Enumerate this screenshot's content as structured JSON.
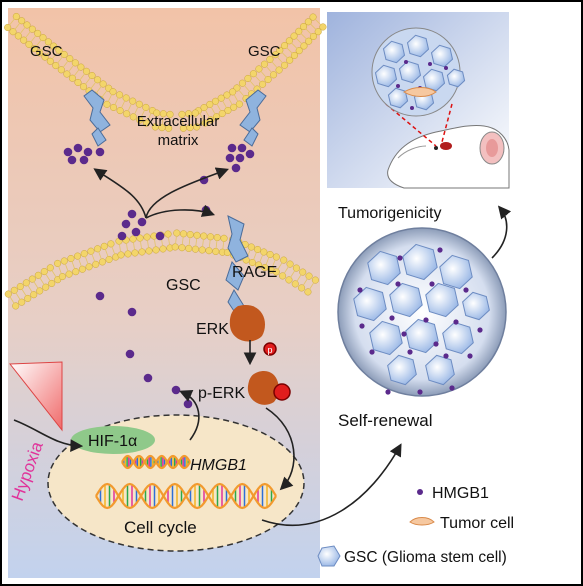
{
  "labels": {
    "gsc_top_left": "GSC",
    "gsc_top_right": "GSC",
    "extracellular_line1": "Extracellular",
    "extracellular_line2": "matrix",
    "gsc_middle": "GSC",
    "rage": "RAGE",
    "erk": "ERK",
    "p_erk": "p-ERK",
    "phospho": "p",
    "hif": "HIF-1α",
    "hmgb1_gene": "HMGB1",
    "cell_cycle": "Cell cycle",
    "hypoxia": "Hypoxia",
    "tumorigenicity": "Tumorigenicity",
    "self_renewal": "Self-renewal"
  },
  "legend": {
    "hmgb1": "HMGB1",
    "tumor_cell": "Tumor cell",
    "gsc": "GSC (Glioma stem cell)"
  },
  "colors": {
    "hmgb1_dot": "#5b2a8c",
    "membrane": "#f3d56a",
    "receptor": "#8fb3de",
    "erk": "#c2581e",
    "phospho": "#e11d1d",
    "hif": "#8fc98a",
    "hypoxia_text": "#e0339a",
    "panel_top": "#f2c3a8",
    "panel_bottom": "#c9d6ee",
    "nucleus": "#f6e6c8"
  },
  "icons": [
    "mouse-icon",
    "tumor-sphere-icon",
    "dna-icon",
    "receptor-icon",
    "magnifier-circle-icon"
  ]
}
